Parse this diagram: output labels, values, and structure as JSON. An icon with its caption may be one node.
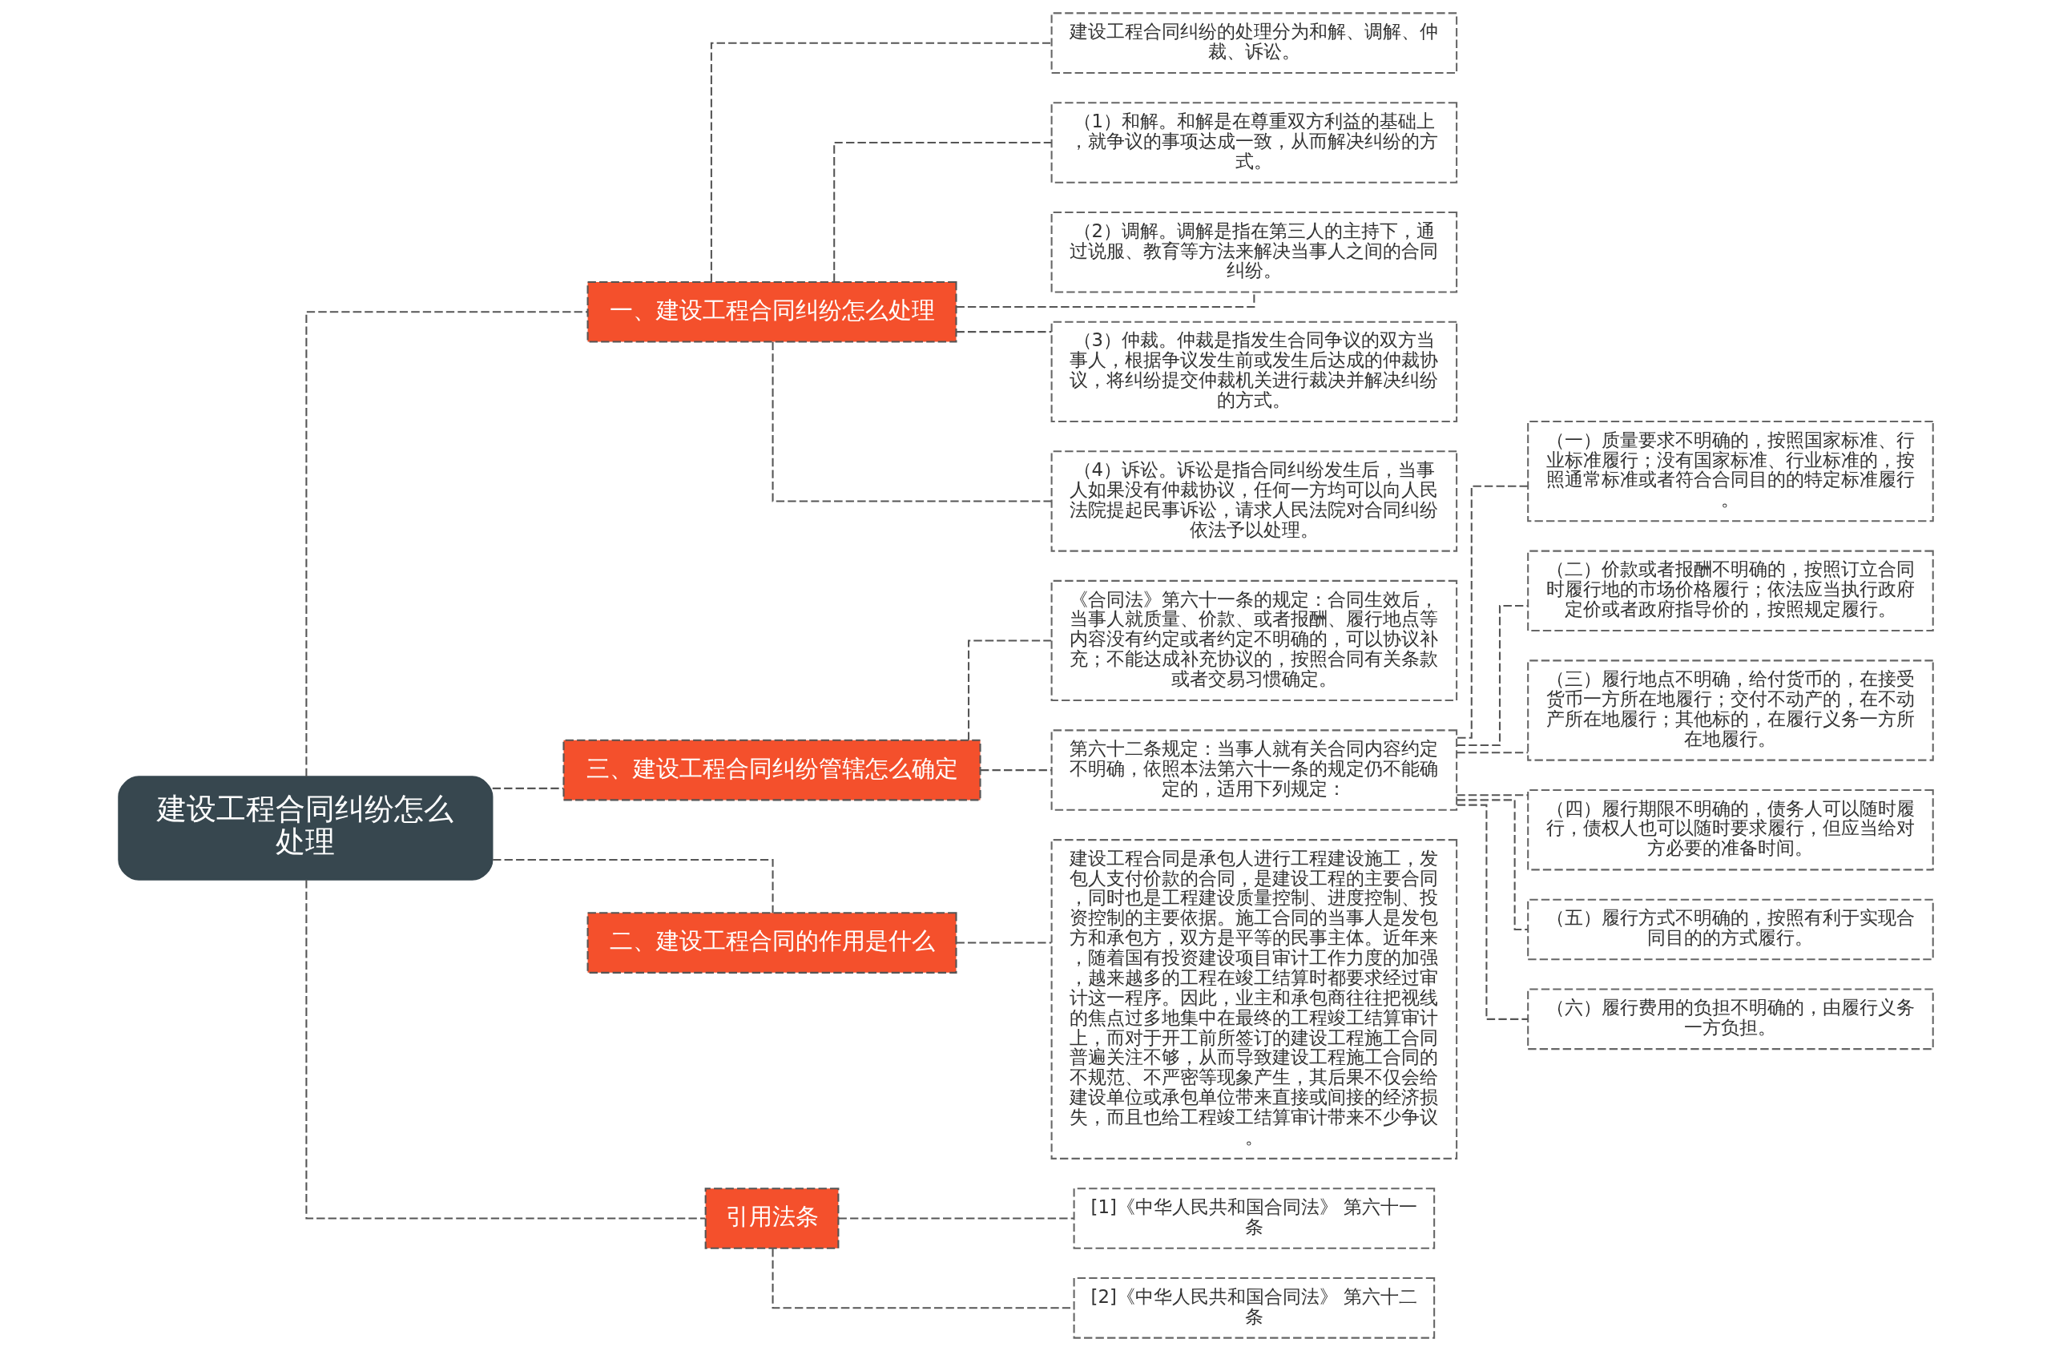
{
  "diagram": {
    "nodes": [
      {
        "text": [
          "建设工程合同纠纷怎么处理"
        ]
      },
      {
        "text": [
          "一、建设工程合同纠纷怎么处理"
        ]
      },
      {
        "text": [
          "建设工程合同纠纷的处理分为和解、调解、仲裁、诉讼。"
        ]
      },
      {
        "text": [
          "（1）和解。和解是在尊重双方利益的基础上，就争议的事项达成一致，从而解决纠纷的方式。"
        ]
      },
      {
        "text": [
          "（2）调解。调解是指在第三人的主持下，通过说服、教育等方法来解决当事人之间的合同纠纷。"
        ]
      },
      {
        "text": [
          "（3）仲裁。仲裁是指发生合同争议的双方当事人，根据争议发生前或发生后达成的仲裁协议，将纠纷提交仲裁机关进行裁决并解决纠纷的方式。"
        ]
      },
      {
        "text": [
          "（4）诉讼。诉讼是指合同纠纷发生后，当事人如果没有仲裁协议，任何一方均可以向人民法院提起民事诉讼，请求人民法院对合同纠纷依法予以处理。"
        ]
      },
      {
        "text": [
          "三、建设工程合同纠纷管辖怎么确定"
        ]
      },
      {
        "text": [
          "《合同法》第六十一条的规定：合同生效后，当事人就质量、价款、或者报酬、履行地点等内容没有约定或者约定不明确的，可以协议补充；不能达成补充协议的，按照合同有关条款或者交易习惯确定。"
        ]
      },
      {
        "text": [
          "第六十二条规定：当事人就有关合同内容约定不明确，依照本法第六十一条的规定仍不能确定的，适用下列规定："
        ]
      },
      {
        "text": [
          "（一）质量要求不明确的，按照国家标准、行业标准履行；没有国家标准、行业标准的，按照通常标准或者符合合同目的的特定标准履行。"
        ]
      },
      {
        "text": [
          "（二）价款或者报酬不明确的，按照订立合同时履行地的市场价格履行；依法应当执行政府定价或者政府指导价的，按照规定履行。"
        ]
      },
      {
        "text": [
          "（三）履行地点不明确，给付货币的，在接受货币一方所在地履行；交付不动产的，在不动产所在地履行；其他标的，在履行义务一方所在地履行。"
        ]
      },
      {
        "text": [
          "（四）履行期限不明确的，债务人可以随时履行，债权人也可以随时要求履行，但应当给对方必要的准备时间。"
        ]
      },
      {
        "text": [
          "（五）履行方式不明确的，按照有利于实现合同目的的方式履行。"
        ]
      },
      {
        "text": [
          "（六）履行费用的负担不明确的，由履行义务一方负担。"
        ]
      },
      {
        "text": [
          "二、建设工程合同的作用是什么"
        ]
      },
      {
        "text": [
          "建设工程合同是承包人进行工程建设施工，发包人支付价款的合同，是建设工程的主要合同，同时也是工程建设质量控制、进度控制、投资控制的主要依据。施工合同的当事人是发包方和承包方，双方是平等的民事主体。近年来，随着国有投资建设项目审计工作力度的加强，越来越多的工程在竣工结算时都要求经过审计这一程序。因此，业主和承包商往往把视线的焦点过多地集中在最终的工程竣工结算审计上，而对于开工前所签订的建设工程施工合同普遍关注不够，从而导致建设工程施工合同的不规范、不严密等现象产生，其后果不仅会给建设单位或承包单位带来直接或间接的经济损失，而且也给工程竣工结算审计带来不少争议。"
        ]
      },
      {
        "text": [
          "引用法条"
        ]
      },
      {
        "text": [
          "[1]《中华人民共和国合同法》 第六十一条"
        ]
      },
      {
        "text": [
          "[2]《中华人民共和国合同法》 第六十二条"
        ]
      }
    ],
    "edges": [
      {
        "from": 0,
        "to": 1,
        "arrow": "none",
        "style": "dashed"
      },
      {
        "from": 1,
        "to": 2,
        "arrow": "none",
        "style": "dashed"
      },
      {
        "from": 1,
        "to": 3,
        "arrow": "none",
        "style": "dashed"
      },
      {
        "from": 1,
        "to": 4,
        "arrow": "none",
        "style": "dashed"
      },
      {
        "from": 1,
        "to": 5,
        "arrow": "none",
        "style": "dashed"
      },
      {
        "from": 1,
        "to": 6,
        "arrow": "none",
        "style": "dashed"
      },
      {
        "from": 0,
        "to": 7,
        "arrow": "none",
        "style": "dashed"
      },
      {
        "from": 7,
        "to": 8,
        "arrow": "none",
        "style": "dashed"
      },
      {
        "from": 7,
        "to": 9,
        "arrow": "none",
        "style": "dashed"
      },
      {
        "from": 9,
        "to": 10,
        "arrow": "none",
        "style": "dashed"
      },
      {
        "from": 9,
        "to": 11,
        "arrow": "none",
        "style": "dashed"
      },
      {
        "from": 9,
        "to": 12,
        "arrow": "none",
        "style": "dashed"
      },
      {
        "from": 9,
        "to": 13,
        "arrow": "none",
        "style": "dashed"
      },
      {
        "from": 9,
        "to": 14,
        "arrow": "none",
        "style": "dashed"
      },
      {
        "from": 9,
        "to": 15,
        "arrow": "none",
        "style": "dashed"
      },
      {
        "from": 0,
        "to": 16,
        "arrow": "none",
        "style": "dashed"
      },
      {
        "from": 16,
        "to": 17,
        "arrow": "none",
        "style": "dashed"
      },
      {
        "from": 0,
        "to": 18,
        "arrow": "none",
        "style": "dashed"
      },
      {
        "from": 18,
        "to": 19,
        "arrow": "none",
        "style": "dashed"
      },
      {
        "from": 18,
        "to": 20,
        "arrow": "none",
        "style": "dashed"
      }
    ]
  }
}
